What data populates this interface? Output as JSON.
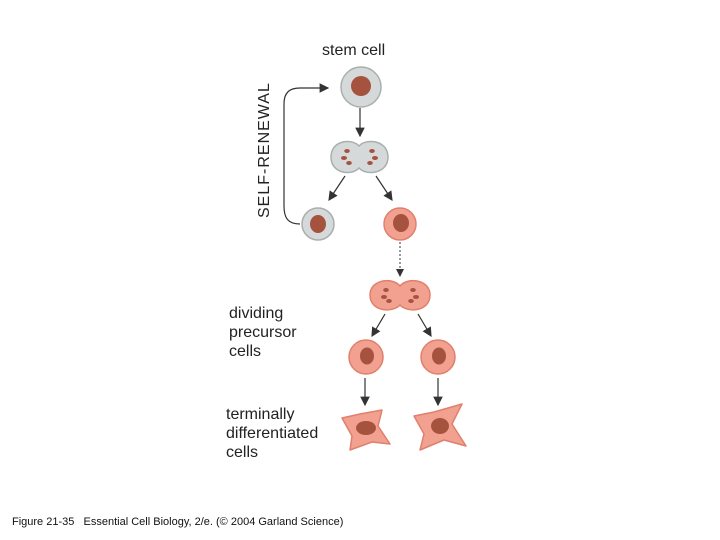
{
  "labels": {
    "stem_cell": "stem cell",
    "self_renewal": "SELF-RENEWAL",
    "dividing_precursor_cells": "dividing\nprecursor\ncells",
    "terminally_differentiated_cells": "terminally\ndifferentiated\ncells"
  },
  "caption": {
    "figure_number": "Figure 21-35",
    "source": "Essential Cell Biology, 2/e. (© 2004 Garland Science)"
  },
  "colors": {
    "stem_gray_fill": "#d5d9d9",
    "stem_gray_outline": "#a9afae",
    "precursor_salmon_fill": "#f2a08f",
    "precursor_salmon_outline": "#e0806c",
    "nucleus": "#a5523f",
    "arrow": "#333333"
  }
}
